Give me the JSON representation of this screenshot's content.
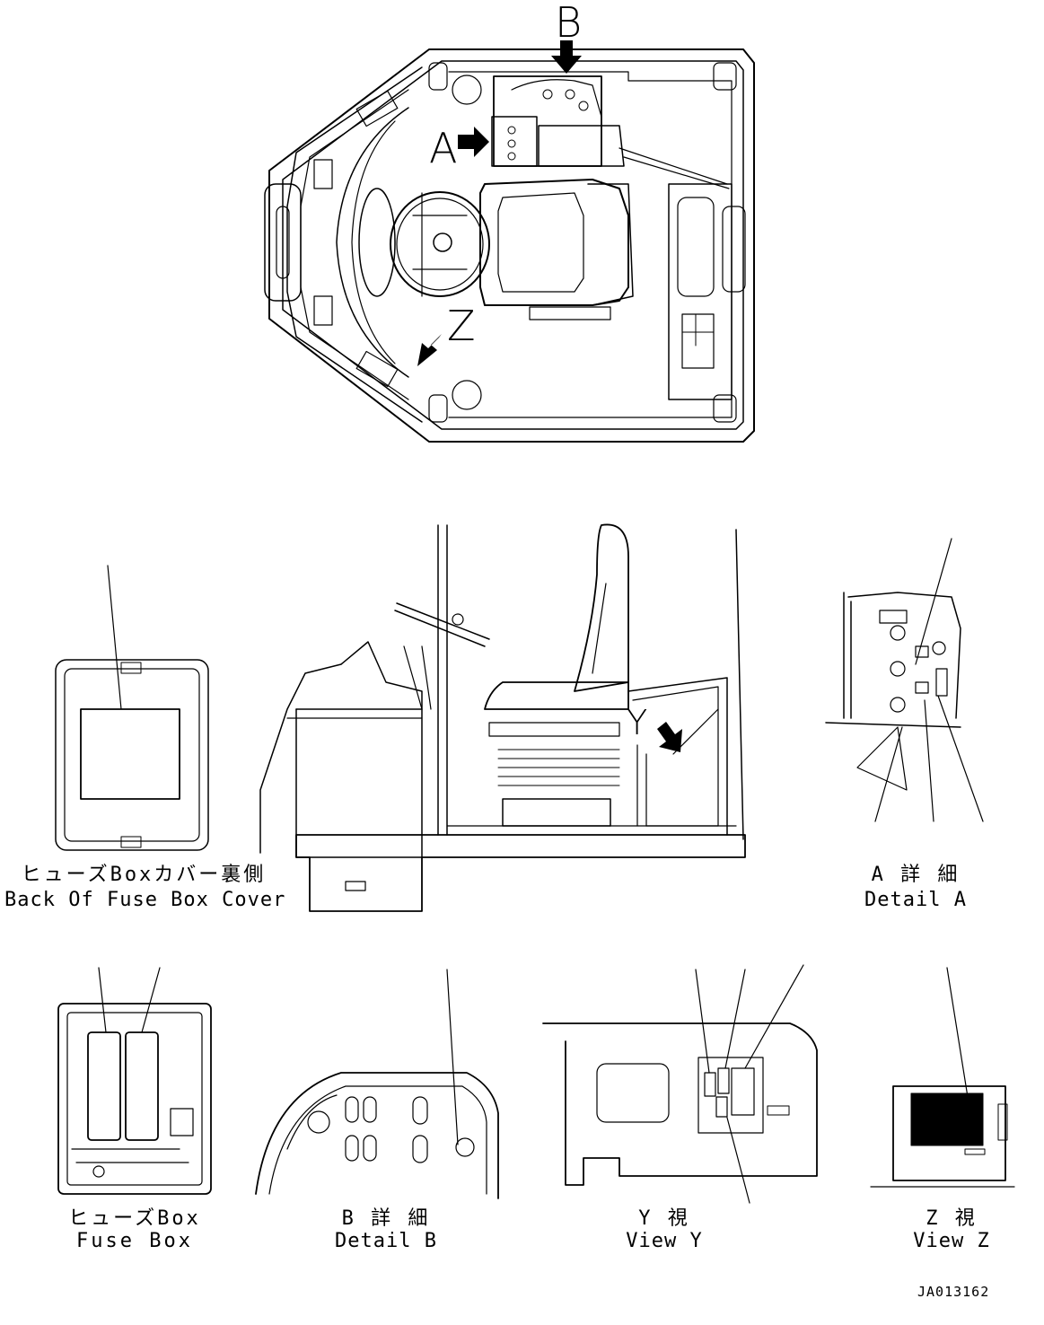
{
  "markers": {
    "a": "A",
    "b": "B",
    "y": "Y",
    "z": "Z"
  },
  "captions": {
    "fuse_cover_jp": "ヒューズBoxカバー裏側",
    "fuse_cover_en": "Back Of Fuse Box Cover",
    "detail_a_jp": "A 詳 細",
    "detail_a_en": "Detail A",
    "fuse_box_jp": "ヒューズBox",
    "fuse_box_en": "Fuse Box",
    "detail_b_jp": "B 詳 細",
    "detail_b_en": "Detail B",
    "view_y_jp": "Y 視",
    "view_y_en": "View Y",
    "view_z_jp": "Z 視",
    "view_z_en": "View Z"
  },
  "drawing_code": "JA013162",
  "colors": {
    "line": "#000000",
    "background": "#ffffff"
  }
}
